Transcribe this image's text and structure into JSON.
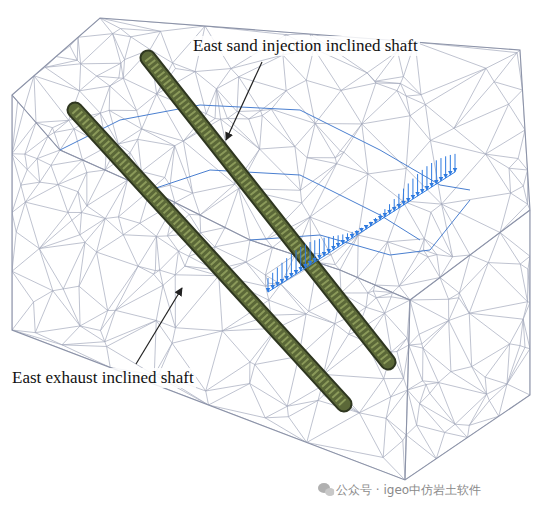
{
  "diagram": {
    "labels": [
      "East sand injection inclined shaft",
      "East exhaust inclined shaft",
      "公众号 · igeo中仿岩土软件"
    ]
  }
}
